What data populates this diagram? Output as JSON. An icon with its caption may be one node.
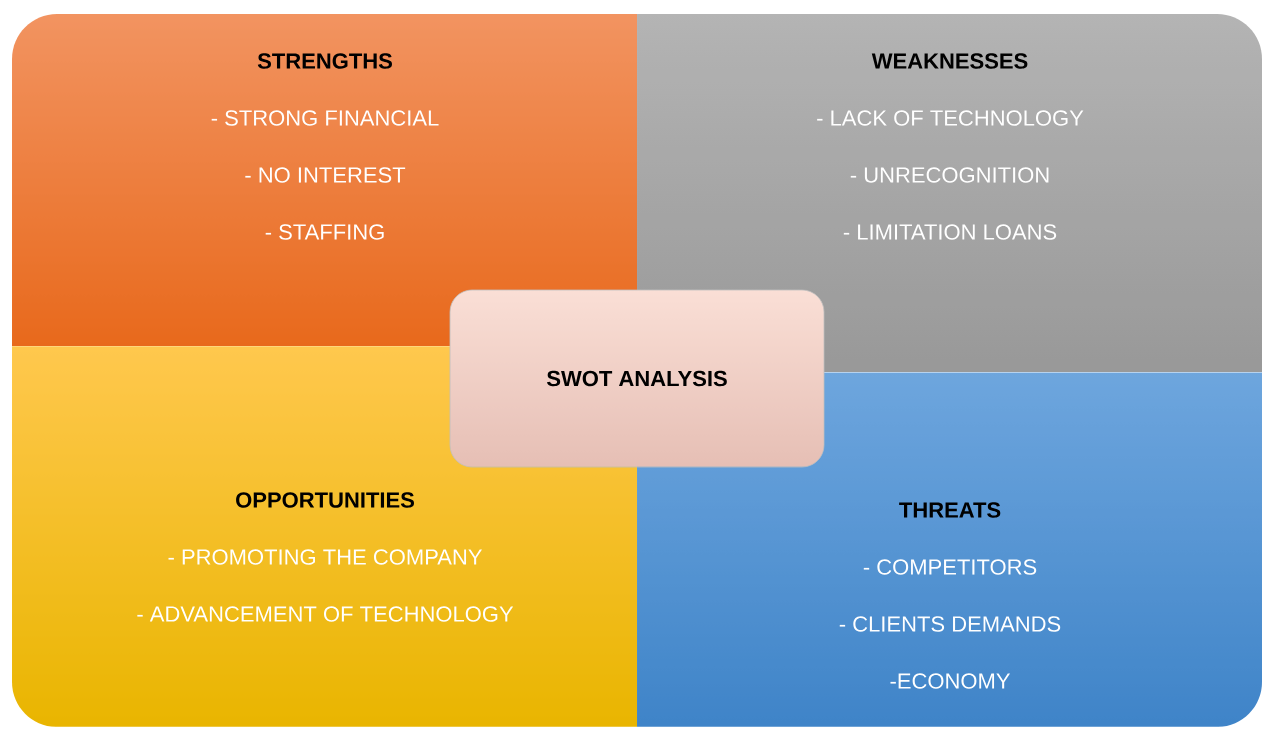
{
  "diagram": {
    "nodes": [
      {
        "text": [
          "STRENGTHS",
          "- STRONG FINANCIAL",
          "- NO INTEREST",
          "- STAFFING"
        ]
      },
      {
        "text": [
          "WEAKNESSES",
          "- LACK OF TECHNOLOGY",
          "- UNRECOGNITION",
          "- LIMITATION LOANS"
        ]
      },
      {
        "text": [
          "OPPORTUNITIES",
          "- PROMOTING THE COMPANY",
          "- ADVANCEMENT OF TECHNOLOGY"
        ]
      },
      {
        "text": [
          "THREATS",
          "- COMPETITORS",
          "- CLIENTS DEMANDS",
          "-ECONOMY"
        ]
      },
      {
        "text": [
          "SWOT ANALYSIS"
        ]
      }
    ]
  }
}
